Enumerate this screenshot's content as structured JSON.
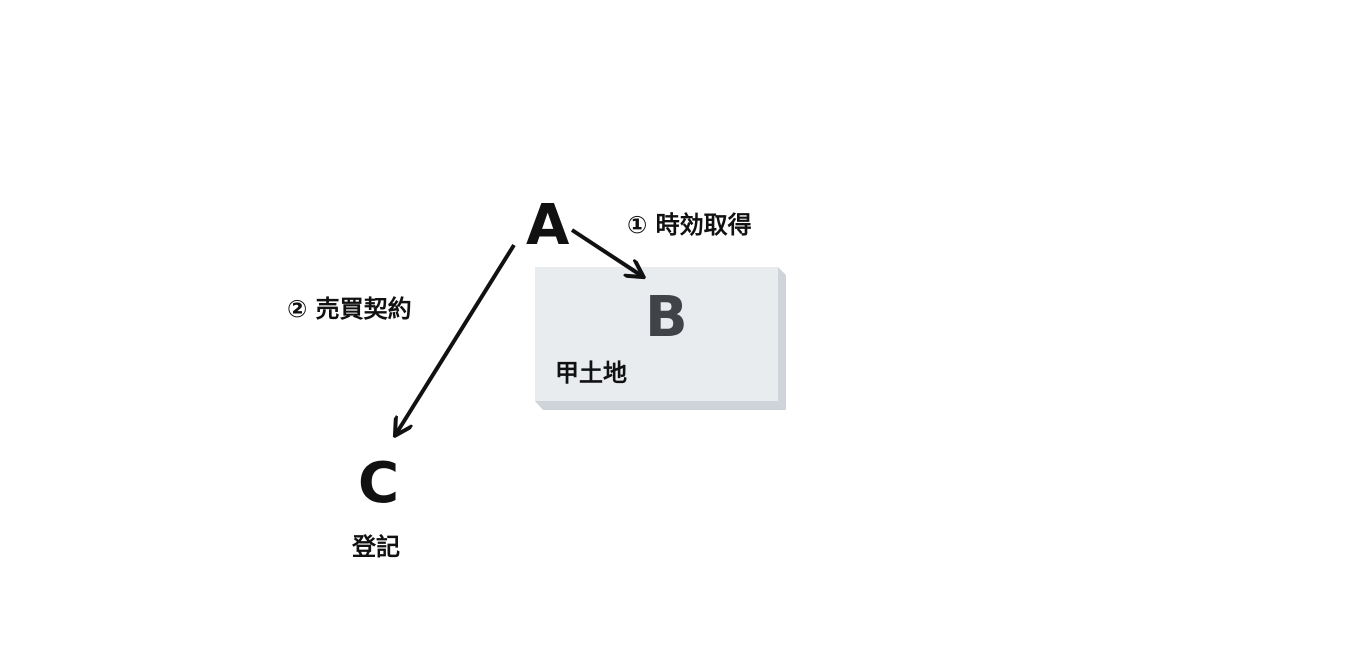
{
  "parties": {
    "a": "A",
    "b": "B",
    "c": "C"
  },
  "labels": {
    "acquisition": "① 時効取得",
    "sale": "② 売買契約",
    "land": "甲土地",
    "registration": "登記"
  },
  "colors": {
    "box_face": "#e9ecef",
    "box_side": "#ced4da",
    "b_text": "#404448",
    "arrow": "#111111"
  }
}
